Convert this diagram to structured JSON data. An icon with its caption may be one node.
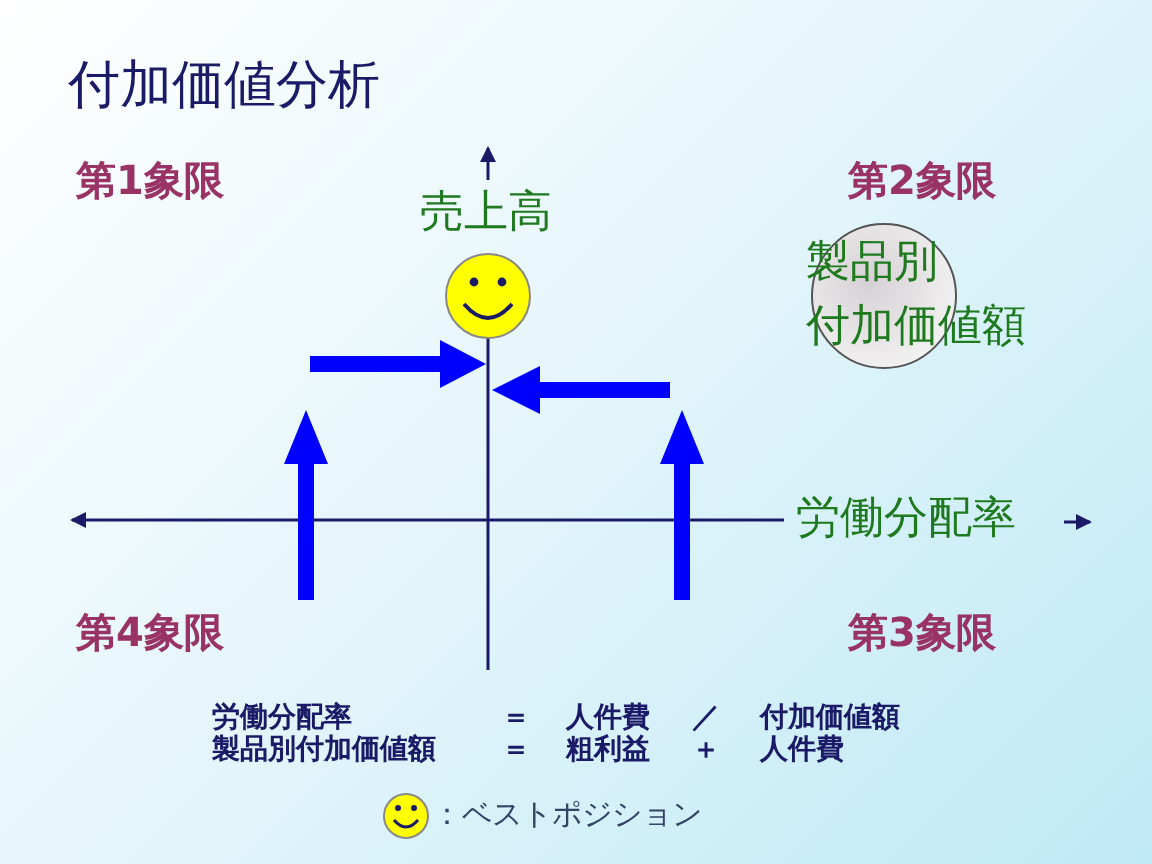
{
  "diagram": {
    "title": "付加価値分析",
    "nodes": [
      {
        "text": [
          "製品別付加価値額"
        ]
      }
    ],
    "edges": [],
    "labels": [
      "第1象限",
      "第2象限",
      "売上高",
      "労働分配率",
      "第4象限",
      "第3象限",
      "労働分配率",
      "＝",
      "人件費",
      "／",
      "付加価値額",
      "製品別付加価値額",
      "＝",
      "粗利益",
      "＋",
      "人件費"
    ],
    "legend": [
      {
        "text": "：ベストポジション"
      }
    ]
  }
}
